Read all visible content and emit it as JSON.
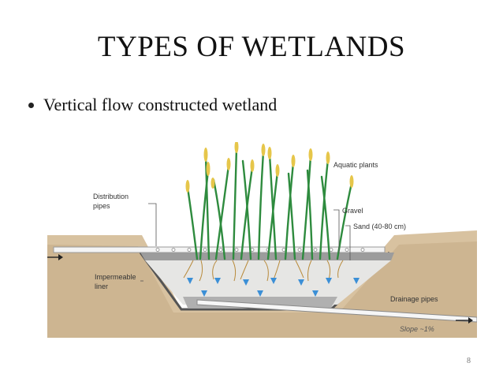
{
  "slide": {
    "title": "TYPES OF WETLANDS",
    "bullet": "Vertical flow constructed wetland",
    "page_number": "8"
  },
  "diagram": {
    "labels": {
      "aquatic_plants": "Aquatic plants",
      "distribution_pipes_line1": "Distribution",
      "distribution_pipes_line2": "pipes",
      "gravel": "Gravel",
      "sand": "Sand (40-80 cm)",
      "impermeable_line1": "Impermeable",
      "impermeable_line2": "liner",
      "drainage_pipes": "Drainage pipes",
      "slope": "Slope ~1%"
    },
    "colors": {
      "soil": "#d8c2a0",
      "soil_dark": "#c9b08a",
      "liner": "#555555",
      "gravel": "#9a9a9a",
      "sand": "#e8e8e6",
      "plant": "#2e8b3e",
      "plant_seed": "#e6c64a",
      "root": "#b88a3a",
      "flow_arrow": "#3b8fd6"
    }
  }
}
